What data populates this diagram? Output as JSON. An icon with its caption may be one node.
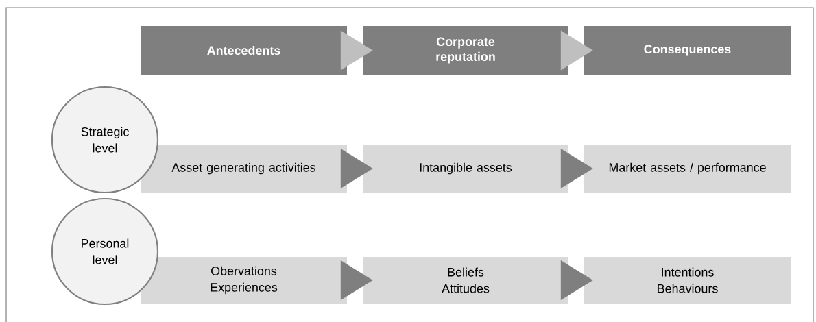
{
  "diagram": {
    "nodes": [
      {
        "text": [
          "Antecedents"
        ]
      },
      {
        "text": [
          "Corporate reputation"
        ]
      },
      {
        "text": [
          "Consequences"
        ]
      },
      {
        "text": [
          "Strategic level"
        ]
      },
      {
        "text": [
          "Asset generating activities"
        ]
      },
      {
        "text": [
          "Intangible assets"
        ]
      },
      {
        "text": [
          "Market assets / performance"
        ]
      },
      {
        "text": [
          "Personal level"
        ]
      },
      {
        "text": [
          "Obervations",
          "Experiences"
        ]
      },
      {
        "text": [
          "Beliefs",
          "Attitudes"
        ]
      },
      {
        "text": [
          "Intentions",
          "Behaviours"
        ]
      }
    ],
    "edges": [
      {
        "from": 0,
        "to": 1,
        "arrow": "to",
        "color": "#bfbfbf"
      },
      {
        "from": 1,
        "to": 2,
        "arrow": "to",
        "color": "#bfbfbf"
      },
      {
        "from": 4,
        "to": 5,
        "arrow": "to"
      },
      {
        "from": 5,
        "to": 6,
        "arrow": "to"
      },
      {
        "from": 8,
        "to": 9,
        "arrow": "to"
      },
      {
        "from": 9,
        "to": 10,
        "arrow": "to"
      }
    ]
  }
}
